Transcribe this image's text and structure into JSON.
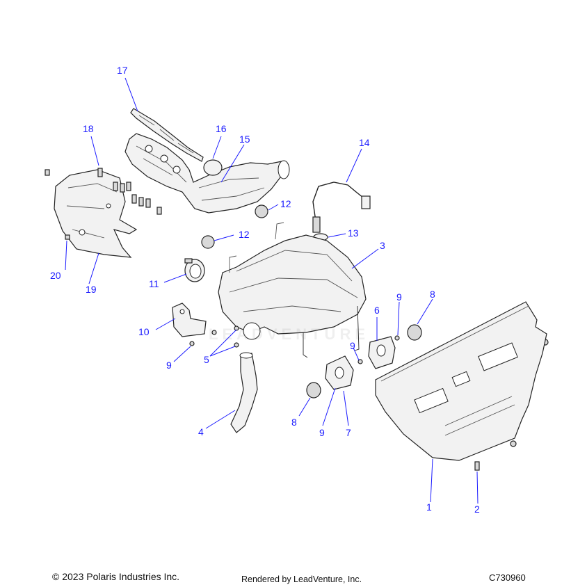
{
  "callouts": [
    {
      "id": "c1",
      "text": "1"
    },
    {
      "id": "c2",
      "text": "2"
    },
    {
      "id": "c3",
      "text": "3"
    },
    {
      "id": "c4",
      "text": "4"
    },
    {
      "id": "c5",
      "text": "5"
    },
    {
      "id": "c6",
      "text": "6"
    },
    {
      "id": "c7",
      "text": "7"
    },
    {
      "id": "c8a",
      "text": "8"
    },
    {
      "id": "c8b",
      "text": "8"
    },
    {
      "id": "c9a",
      "text": "9"
    },
    {
      "id": "c9b",
      "text": "9"
    },
    {
      "id": "c9c",
      "text": "9"
    },
    {
      "id": "c9d",
      "text": "9"
    },
    {
      "id": "c10",
      "text": "10"
    },
    {
      "id": "c11",
      "text": "11"
    },
    {
      "id": "c12a",
      "text": "12"
    },
    {
      "id": "c12b",
      "text": "12"
    },
    {
      "id": "c13",
      "text": "13"
    },
    {
      "id": "c14",
      "text": "14"
    },
    {
      "id": "c15",
      "text": "15"
    },
    {
      "id": "c16",
      "text": "16"
    },
    {
      "id": "c17",
      "text": "17"
    },
    {
      "id": "c18",
      "text": "18"
    },
    {
      "id": "c19",
      "text": "19"
    },
    {
      "id": "c20",
      "text": "20"
    }
  ],
  "footer": {
    "copyright": "© 2023 Polaris Industries Inc.",
    "rendered_by": "Rendered by LeadVenture, Inc.",
    "diagram_code": "C730960"
  },
  "watermark": "LEADVENTURE",
  "colors": {
    "callout": "#1a1aff",
    "line": "#222222"
  }
}
